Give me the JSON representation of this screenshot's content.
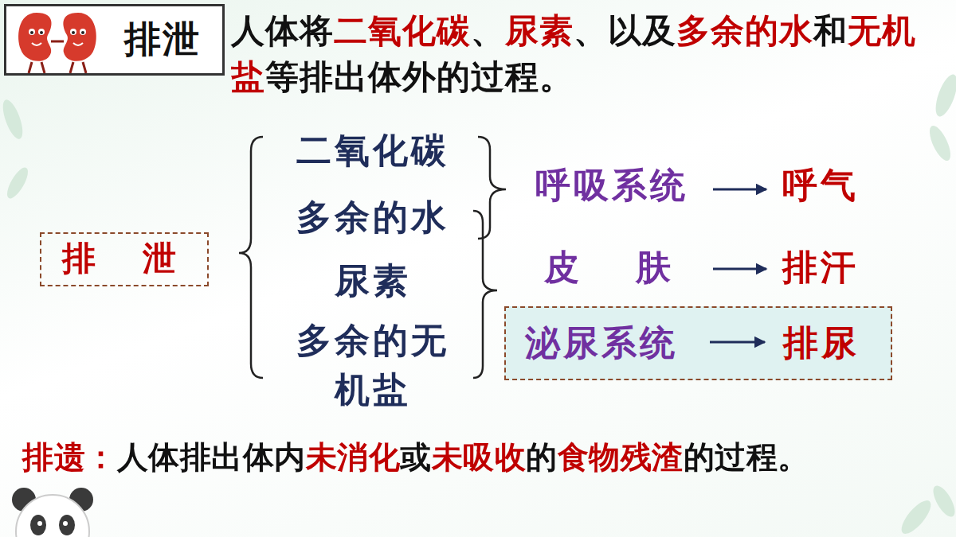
{
  "diagram": {
    "nodes": [
      {
        "text": [
          "排泄"
        ]
      },
      {
        "text": [
          "排 泄"
        ]
      },
      {
        "text": [
          "泌尿系统",
          "排尿"
        ]
      }
    ],
    "labels": [
      "人体将",
      "二氧化碳",
      "、",
      "尿素",
      "、以及",
      "多余的水",
      "和",
      "无机盐",
      "等排出体外的过程。",
      "二氧化碳",
      "多余的水",
      "尿素",
      "多余的无机盐",
      "呼吸系统",
      "呼气",
      "皮 肤",
      "排汗",
      "排遗：",
      "人体排出体内",
      "未消化",
      "或",
      "未吸收",
      "的",
      "食物残渣",
      "的过程。"
    ]
  }
}
